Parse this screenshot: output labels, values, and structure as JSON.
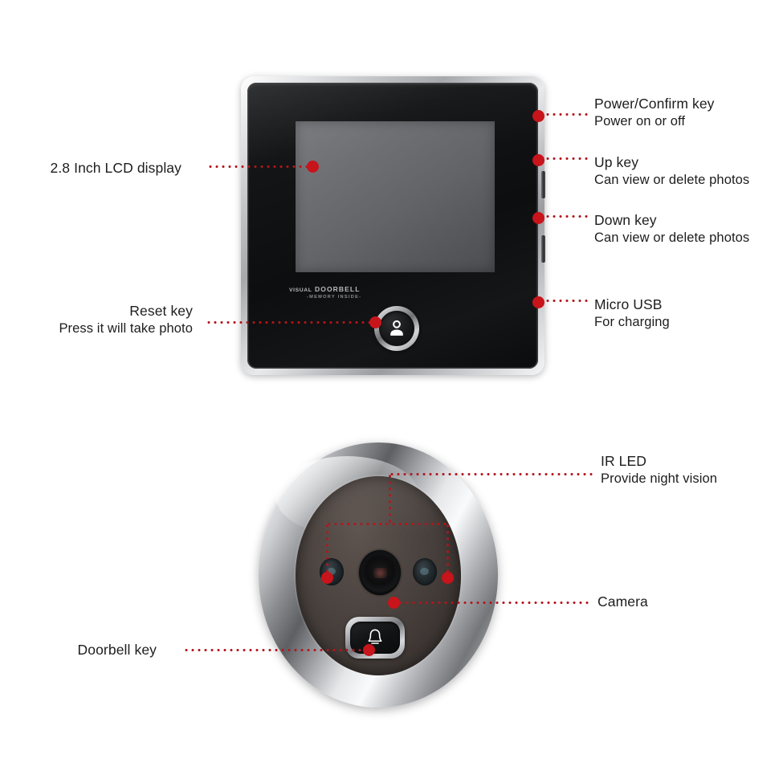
{
  "product": {
    "brand_line1_prefix": "VISUAL",
    "brand_line1": "DOORBELL",
    "brand_line2": "-MEMORY INSIDE-"
  },
  "colors": {
    "marker": "#c8141b",
    "leader": "#b4151b",
    "text": "#1d1d1d"
  },
  "annotations": {
    "lcd": {
      "title": "2.8 Inch LCD display",
      "subtitle": ""
    },
    "reset": {
      "title": "Reset key",
      "subtitle": "Press it will take photo"
    },
    "power": {
      "title": "Power/Confirm key",
      "subtitle": "Power on or off"
    },
    "up": {
      "title": "Up key",
      "subtitle": "Can view or delete photos"
    },
    "down": {
      "title": "Down key",
      "subtitle": "Can view or delete photos"
    },
    "usb": {
      "title": "Micro USB",
      "subtitle": "For charging"
    },
    "ir": {
      "title": "IR LED",
      "subtitle": "Provide night vision"
    },
    "camera": {
      "title": "Camera",
      "subtitle": ""
    },
    "doorbell": {
      "title": "Doorbell key",
      "subtitle": ""
    }
  },
  "icons": {
    "confirm": "person-icon",
    "doorbell": "bell-icon"
  }
}
